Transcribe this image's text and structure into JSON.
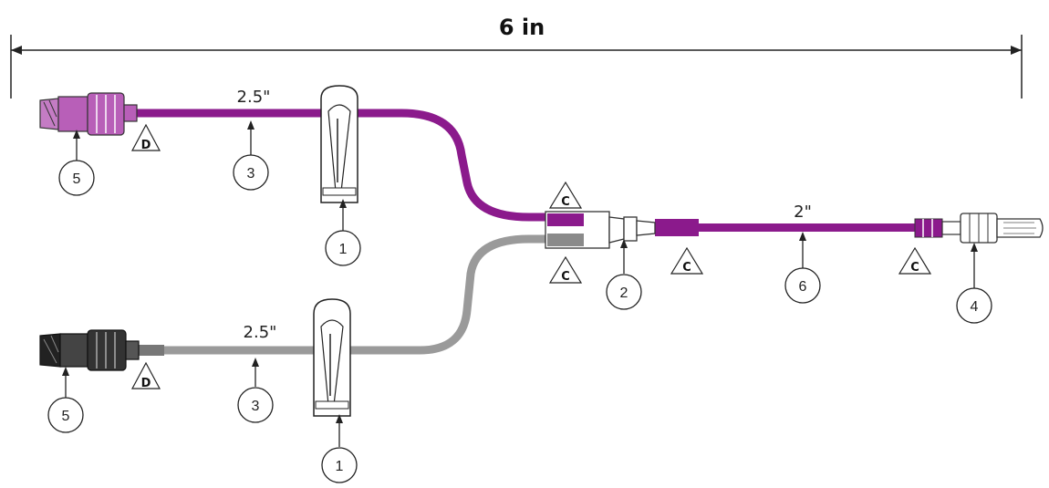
{
  "title": "6 in",
  "colors": {
    "purple": "#8b1a8c",
    "purple_light": "#c47cc4",
    "gray": "#9a9a9a",
    "line": "#222222"
  },
  "length_labels": {
    "upper_arm": "2.5\"",
    "lower_arm": "2.5\"",
    "main_line": "2\""
  },
  "callouts": {
    "clamp_upper": "1",
    "clamp_lower": "1",
    "y_connector": "2",
    "tubing_upper": "3",
    "tubing_lower": "3",
    "male_luer": "4",
    "needleless_upper": "5",
    "needleless_lower": "5",
    "tubing_main": "6"
  },
  "bond_markers": {
    "upper_port": "D",
    "lower_port": "D",
    "y_upper": "C",
    "y_lower": "C",
    "y_outlet": "C",
    "luer": "C"
  }
}
